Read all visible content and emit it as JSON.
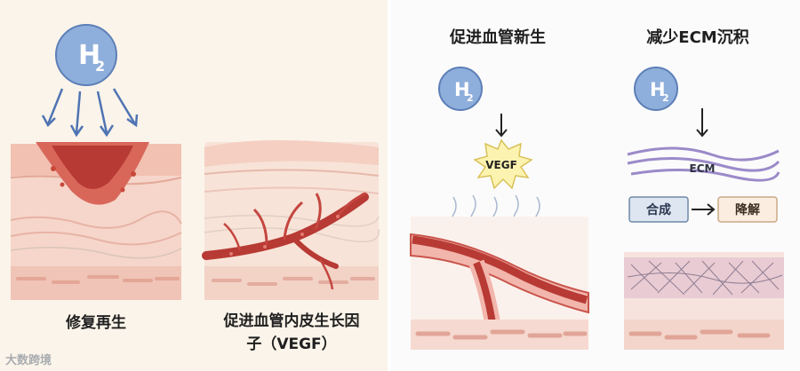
{
  "left": {
    "h2_label": "H",
    "h2_sub": "2",
    "caption_regeneration": "修复再生",
    "caption_angiogenesis_line1": "促进血管内皮生长因",
    "caption_angiogenesis_line2": "子（VEGF）"
  },
  "right": {
    "title_angiogenesis": "促进血管新生",
    "title_ecm": "减少ECM沉积",
    "h2_label": "H",
    "h2_sub": "2",
    "vegf_label": "VEGF",
    "ecm_label": "ECM",
    "synthesis_label": "合成",
    "degradation_label": "降解"
  },
  "watermark": "大数跨境",
  "colors": {
    "h2_blue": "#7f9fd0",
    "skin_pink": "#f4c4b8",
    "wound_red": "#c8493b",
    "vessel_red": "#b83a34",
    "arrow_blue": "#4f74b3"
  }
}
